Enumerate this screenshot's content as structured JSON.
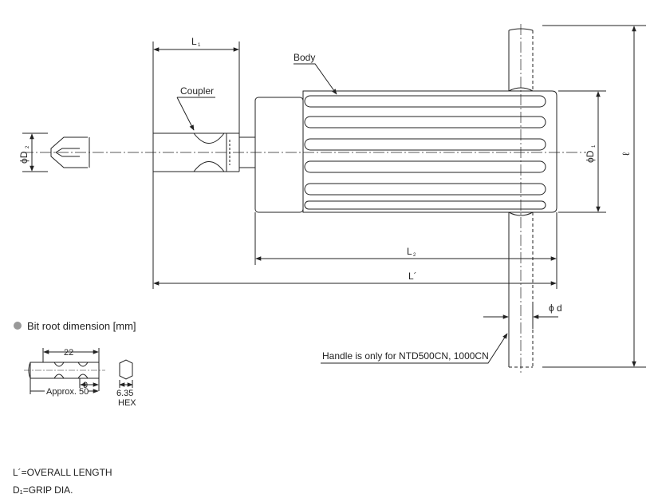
{
  "labels": {
    "L1": "L",
    "L1_sub": "1",
    "body": "Body",
    "coupler": "Coupler",
    "D2": "ϕD",
    "D2_sub": "2",
    "D1": "ϕD",
    "D1_sub": "1",
    "ell": "ℓ",
    "L2": "L",
    "L2_sub": "2",
    "L_overall": "L´",
    "phi_d": "ϕ d",
    "handle_note": "Handle is only for NTD500CN, 1000CN"
  },
  "bit_root": {
    "title": "Bit root dimension [mm]",
    "dim_22": "22",
    "dim_9": "9",
    "dim_approx": "Approx. 50",
    "dim_hex_size": "6.35",
    "dim_hex_label": "HEX"
  },
  "legend": {
    "line1": "L´=OVERALL LENGTH",
    "line2": "D₁=GRIP DIA."
  }
}
